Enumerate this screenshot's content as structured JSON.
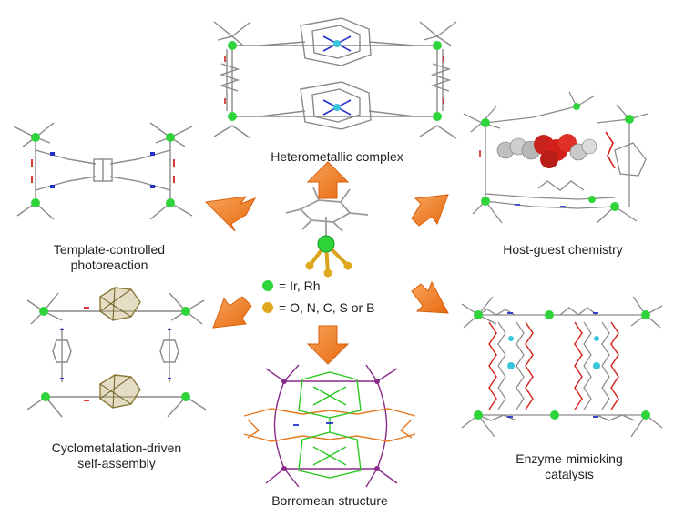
{
  "captions": {
    "heterometallic": "Heterometallic complex",
    "template_line1": "Template-controlled",
    "template_line2": "photoreaction",
    "hostguest": "Host-guest chemistry",
    "cyclo_line1": "Cyclometalation-driven",
    "cyclo_line2": "self-assembly",
    "borromean": "Borromean structure",
    "enzyme_line1": "Enzyme-mimicking",
    "enzyme_line2": "catalysis"
  },
  "legend": {
    "metal": "= Ir, Rh",
    "donor": "= O, N, C, S or B"
  },
  "colors": {
    "metal_green": "#2fd33a",
    "donor_gold": "#e0a81c",
    "arrow_orange": "#f07a1a",
    "oxygen_red": "#d4201a",
    "nitrogen_blue": "#2330c8",
    "cobalt_cyan": "#39c6dd",
    "bond_gray": "#8a8a8a",
    "borromean_green": "#29c81f",
    "borromean_orange": "#e67a22",
    "borromean_purple": "#8a2a8a"
  }
}
